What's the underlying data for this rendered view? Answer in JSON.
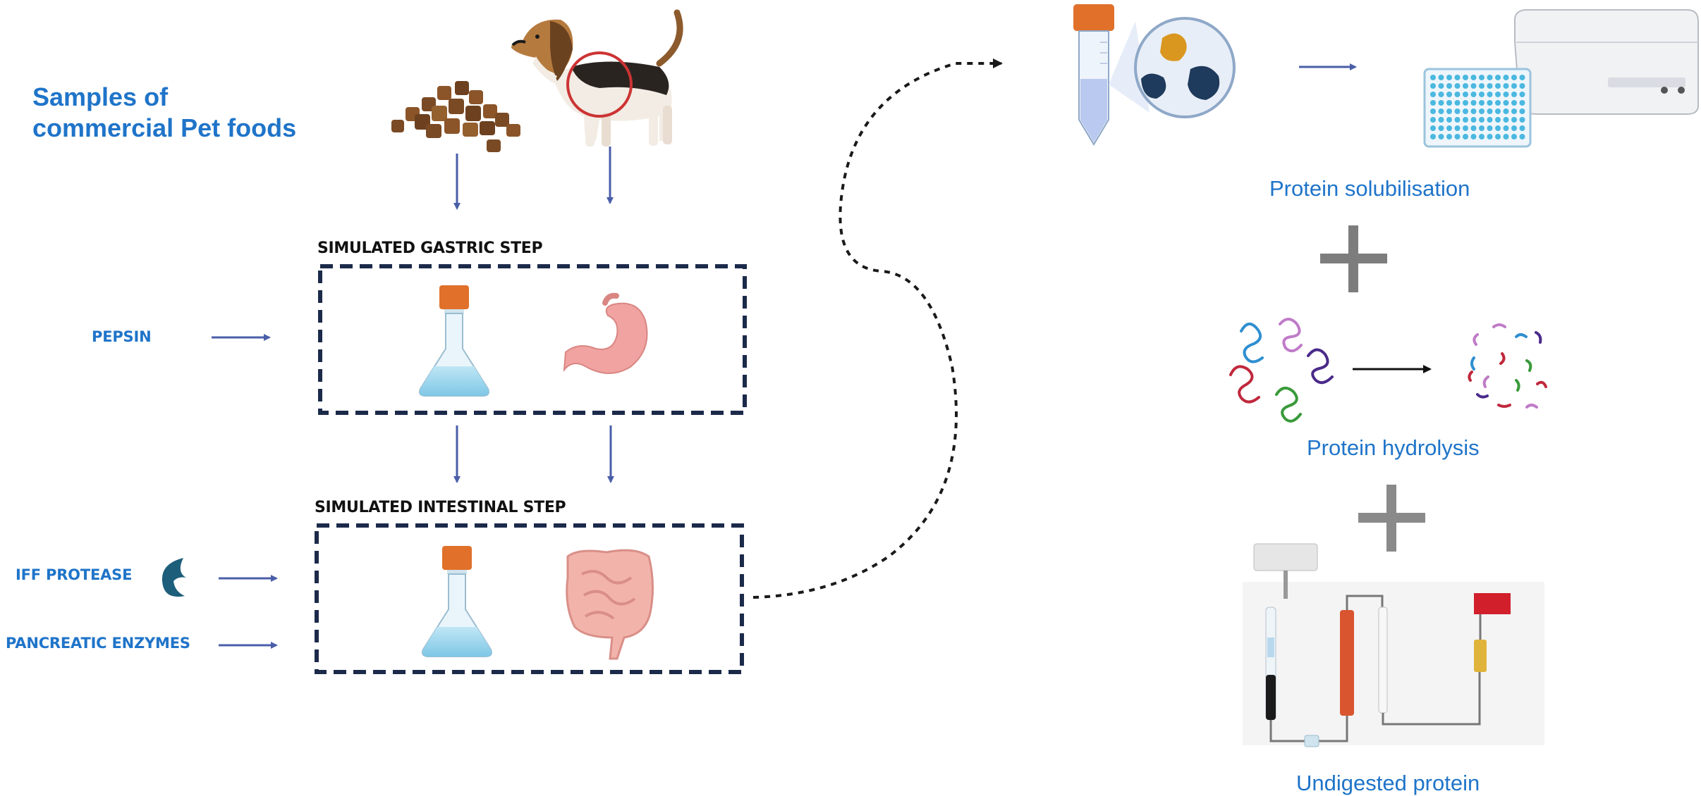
{
  "title_line1": "Samples of",
  "title_line2": "commercial Pet foods",
  "gastric_step_label": "SIMULATED GASTRIC STEP",
  "intestinal_step_label": "SIMULATED INTESTINAL STEP",
  "enzymes": {
    "pepsin": "PEPSIN",
    "iff_protease": "IFF PROTEASE",
    "pancreatic": "PANCREATIC ENZYMES"
  },
  "results": {
    "solubilisation": "Protein solubilisation",
    "hydrolysis": "Protein hydrolysis",
    "undigested": "Undigested protein"
  },
  "icons": [
    "kibble-icon",
    "dog-icon",
    "flask-icon",
    "stomach-icon",
    "intestine-icon",
    "enzyme-icon",
    "tube-icon",
    "plate-reader-icon",
    "protein-coil-icon",
    "peptide-fragments-icon",
    "analyzer-icon"
  ],
  "colors": {
    "accent_blue": "#1f74c9",
    "arrow_blue": "#4a5ea8",
    "box_border": "#1c2a4a",
    "plus_gray": "#7d7d7d",
    "cap_orange": "#e0702a"
  }
}
